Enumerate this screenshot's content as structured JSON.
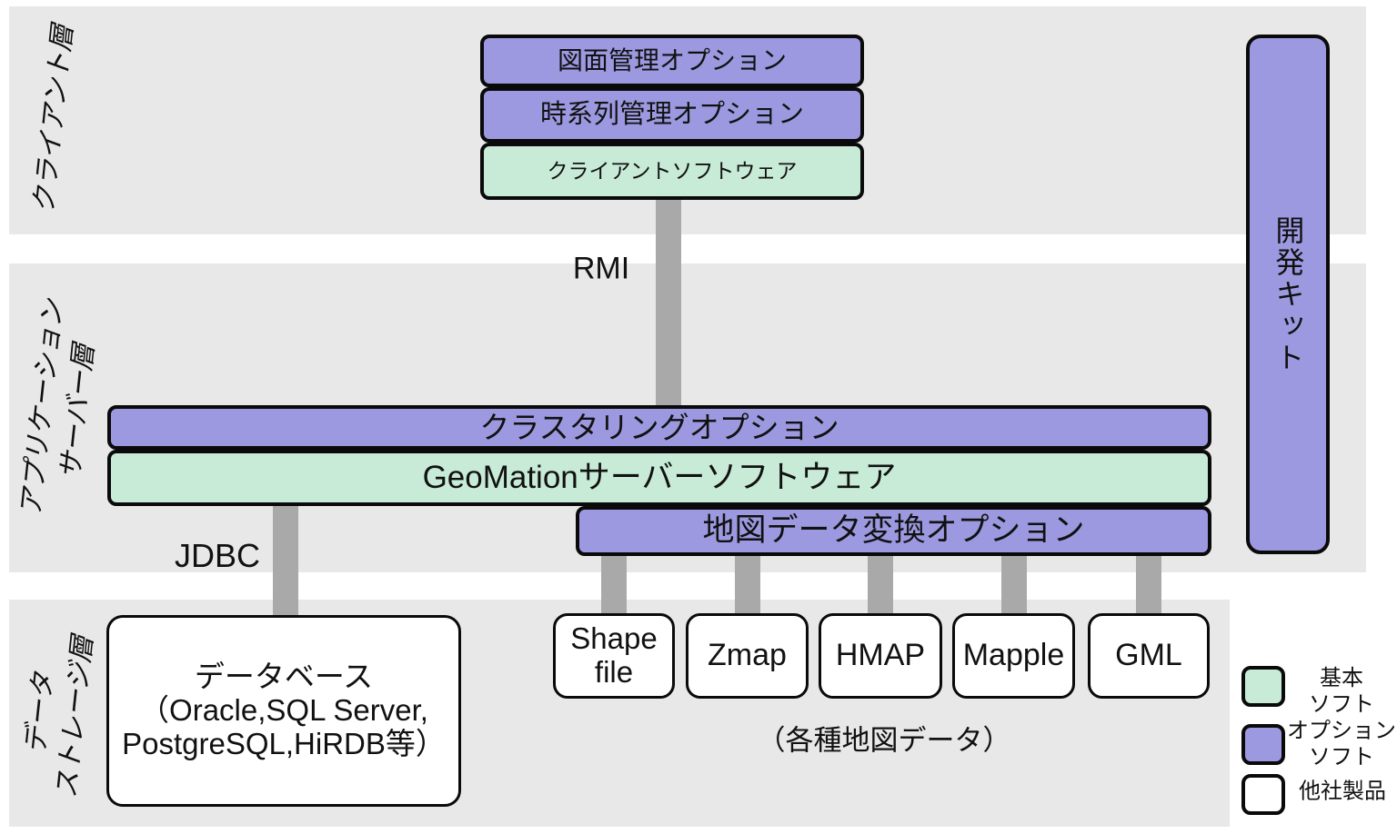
{
  "tier_labels": [
    {
      "lines": [
        "クライアント層",
        ""
      ]
    },
    {
      "lines": [
        "アプリケーション",
        "サーバー層"
      ]
    },
    {
      "lines": [
        "データ",
        "ストレージ層"
      ]
    }
  ],
  "client_tier": {
    "drawing_option": "図面管理オプション",
    "timeseries_option": "時系列管理オプション",
    "client_software": "クライアントソフトウェア"
  },
  "connections": {
    "rmi": "RMI",
    "jdbc": "JDBC"
  },
  "server_tier": {
    "clustering_option": "クラスタリングオプション",
    "server_software": "GeoMationサーバーソフトウェア",
    "map_conversion_option": "地図データ変換オプション"
  },
  "dev_kit": {
    "label": "開発キット"
  },
  "storage_tier": {
    "database": {
      "lines": [
        "データベース",
        "（Oracle,SQL Server,",
        "PostgreSQL,HiRDB等）"
      ]
    },
    "map_formats": [
      {
        "lines": [
          "Shape",
          "file"
        ]
      },
      {
        "lines": [
          "Zmap",
          ""
        ]
      },
      {
        "lines": [
          "HMAP",
          ""
        ]
      },
      {
        "lines": [
          "Mapple",
          ""
        ]
      },
      {
        "lines": [
          "GML",
          ""
        ]
      }
    ],
    "map_data_caption": "（各種地図データ）"
  },
  "legend": {
    "items": [
      {
        "kind": "basic-software",
        "lines": [
          "基本",
          "ソフト"
        ]
      },
      {
        "kind": "option-software",
        "lines": [
          "オプション",
          "ソフト"
        ]
      },
      {
        "kind": "third-party",
        "lines": [
          "他社製品",
          ""
        ]
      }
    ]
  },
  "colors": {
    "basic_software": "#c8ebd8",
    "option_software": "#9c99e0",
    "third_party": "#ffffff",
    "tier_band": "#e8e8e8",
    "connector": "#a9a9a9"
  }
}
